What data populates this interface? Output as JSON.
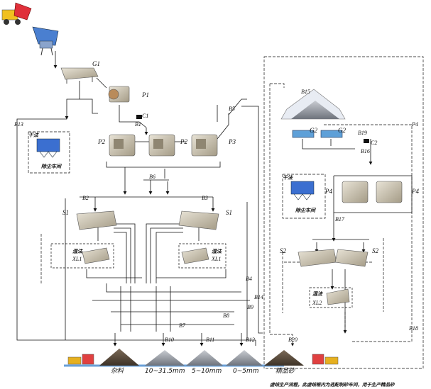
{
  "equipment": {
    "G1": "G1",
    "P1": "P1",
    "C1": "C1",
    "B1": "B1",
    "B5": "B5",
    "B13": "B13",
    "P2a": "P2",
    "P2b": "P2",
    "P3": "P3",
    "B6": "B6",
    "B2": "B2",
    "B3": "B3",
    "S1a": "S1",
    "S1b": "S1",
    "XL1a": "XL1",
    "XL1b": "XL1",
    "B4": "B4",
    "B14": "B14",
    "B9": "B9",
    "B8": "B8",
    "B7": "B7",
    "B10": "B10",
    "B11": "B11",
    "B12": "B12",
    "B20": "B20",
    "B15": "B15",
    "G2a": "G2",
    "G2b": "G2",
    "B19": "B19",
    "C2": "C2",
    "B16": "B16",
    "P4a": "P4",
    "P4b": "P4",
    "B17": "B17",
    "S2a": "S2",
    "S2b": "S2",
    "XL2": "XL2",
    "B18": "B18"
  },
  "chinese_labels": {
    "dry_left": "干法",
    "dust_left": "除尘车间",
    "dry_right": "干法",
    "dust_right": "除尘车间",
    "wash_a": "湿法",
    "wash_b": "湿法",
    "wash_c": "湿法"
  },
  "piles": {
    "mixed": "杂料",
    "p1": "10~31.5mm",
    "p2": "5~10mm",
    "p3": "0~5mm",
    "sand": "精品砂"
  },
  "note": "虚线生产流程，此虚线框内为选配制砂车间，用于生产精品砂",
  "colors": {
    "line": "#111111",
    "machine": "#c9bfa8",
    "machine_dark": "#6f6a5e",
    "blue": "#4a7fd0",
    "dust": "#2f5db8",
    "pile": "#5a4a3a",
    "pile_light": "#9a9fa8"
  }
}
